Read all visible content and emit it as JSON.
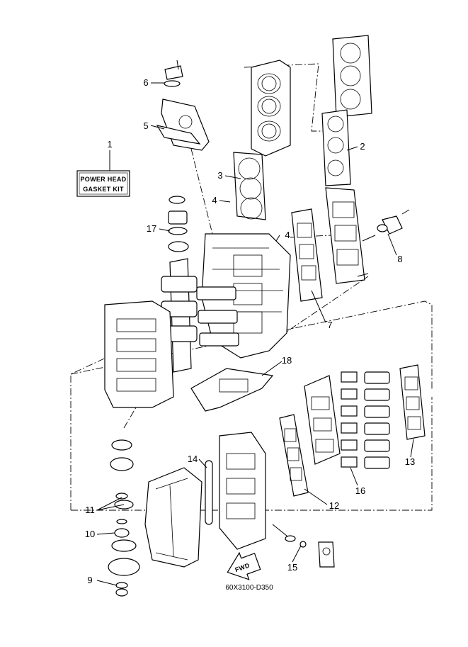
{
  "kit_label": {
    "line1": "POWER HEAD",
    "line2": "GASKET KIT"
  },
  "callouts": [
    "1",
    "2",
    "3",
    "4",
    "4",
    "5",
    "6",
    "7",
    "8",
    "9",
    "10",
    "11",
    "12",
    "13",
    "14",
    "15",
    "16",
    "17",
    "18"
  ],
  "fwd_label": "FWD",
  "drawing_code": "60X3100-D350"
}
